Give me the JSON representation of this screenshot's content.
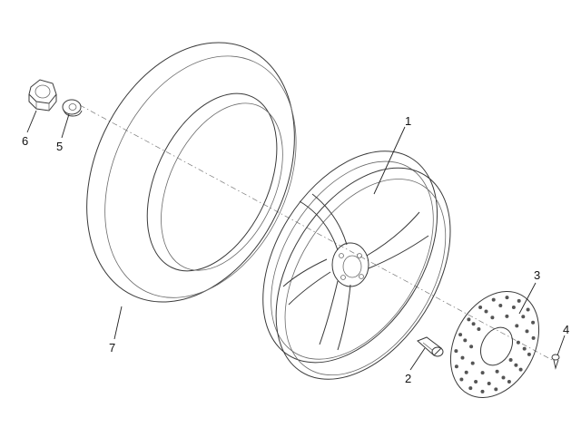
{
  "parts": [
    {
      "number": "1",
      "name": "wheel-rim"
    },
    {
      "number": "2",
      "name": "tyre-valve"
    },
    {
      "number": "3",
      "name": "brake-disc"
    },
    {
      "number": "4",
      "name": "disc-screw"
    },
    {
      "number": "5",
      "name": "spacer"
    },
    {
      "number": "6",
      "name": "wheel-nut"
    },
    {
      "number": "7",
      "name": "tyre"
    }
  ],
  "colors": {
    "line": "#3a3a3a",
    "background": "#ffffff"
  }
}
